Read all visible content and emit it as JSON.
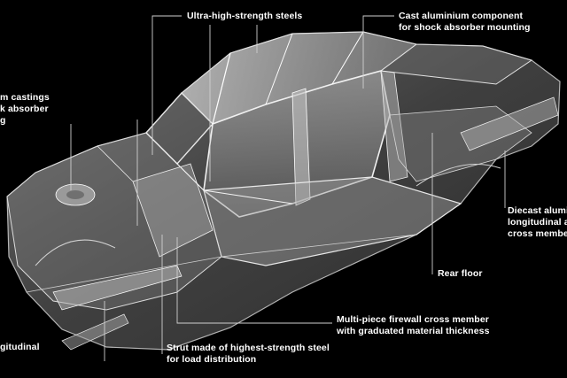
{
  "colors": {
    "background": "#000000",
    "label_text": "#ffffff",
    "leader_line": "#d0d0d0",
    "body_light": "#d8d8d8",
    "body_mid": "#9a9a9a",
    "body_dark": "#4a4a4a"
  },
  "labels": {
    "ultra_high_strength_steels": {
      "lines": [
        "Ultra-high-strength steels"
      ]
    },
    "cast_aluminium_component": {
      "lines": [
        "Cast aluminium component",
        "for shock absorber mounting"
      ]
    },
    "aluminium_castings": {
      "lines": [
        "m castings",
        "k absorber",
        "g"
      ]
    },
    "diecast_aluminium": {
      "lines": [
        "Diecast alumini",
        "longitudinal and",
        "cross members"
      ]
    },
    "rear_floor": {
      "lines": [
        "Rear floor"
      ]
    },
    "firewall_cross_member": {
      "lines": [
        "Multi-piece firewall cross member",
        "with graduated material thickness"
      ]
    },
    "strut": {
      "lines": [
        "Strut made of highest-strength steel",
        "for load distribution"
      ]
    },
    "longitudinal": {
      "lines": [
        "gitudinal"
      ]
    }
  }
}
